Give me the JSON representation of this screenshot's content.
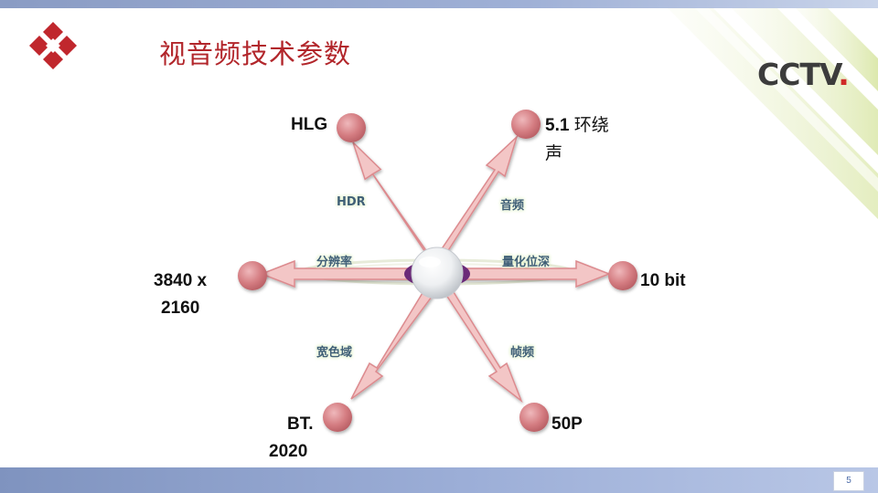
{
  "slide": {
    "title": "视音频技术参数",
    "logo_text": "CCTV",
    "logo_dot": ".",
    "page_number": "5"
  },
  "diagram": {
    "nodes": [
      {
        "id": "hlg",
        "lines": [
          "HLG"
        ]
      },
      {
        "id": "surround",
        "lines": [
          "5.1 环绕",
          "声"
        ]
      },
      {
        "id": "res",
        "lines": [
          "3840 x",
          "2160"
        ]
      },
      {
        "id": "bit",
        "lines": [
          "10 bit"
        ]
      },
      {
        "id": "bt",
        "lines": [
          "BT.",
          "2020"
        ]
      },
      {
        "id": "fps",
        "lines": [
          "50P"
        ]
      }
    ],
    "edges": [
      {
        "id": "hdr",
        "label": "HDR"
      },
      {
        "id": "audio",
        "label": "音频"
      },
      {
        "id": "resolution",
        "label": "分辨率"
      },
      {
        "id": "depth",
        "label": "量化位深"
      },
      {
        "id": "gamut",
        "label": "宽色域"
      },
      {
        "id": "framerate",
        "label": "帧频"
      }
    ]
  },
  "colors": {
    "title": "#b2262b",
    "arrow_fill": "#f3c6c6",
    "arrow_stroke": "#dc8a8e",
    "node": "#d0777c",
    "hub_accent": "#6b2a78"
  }
}
